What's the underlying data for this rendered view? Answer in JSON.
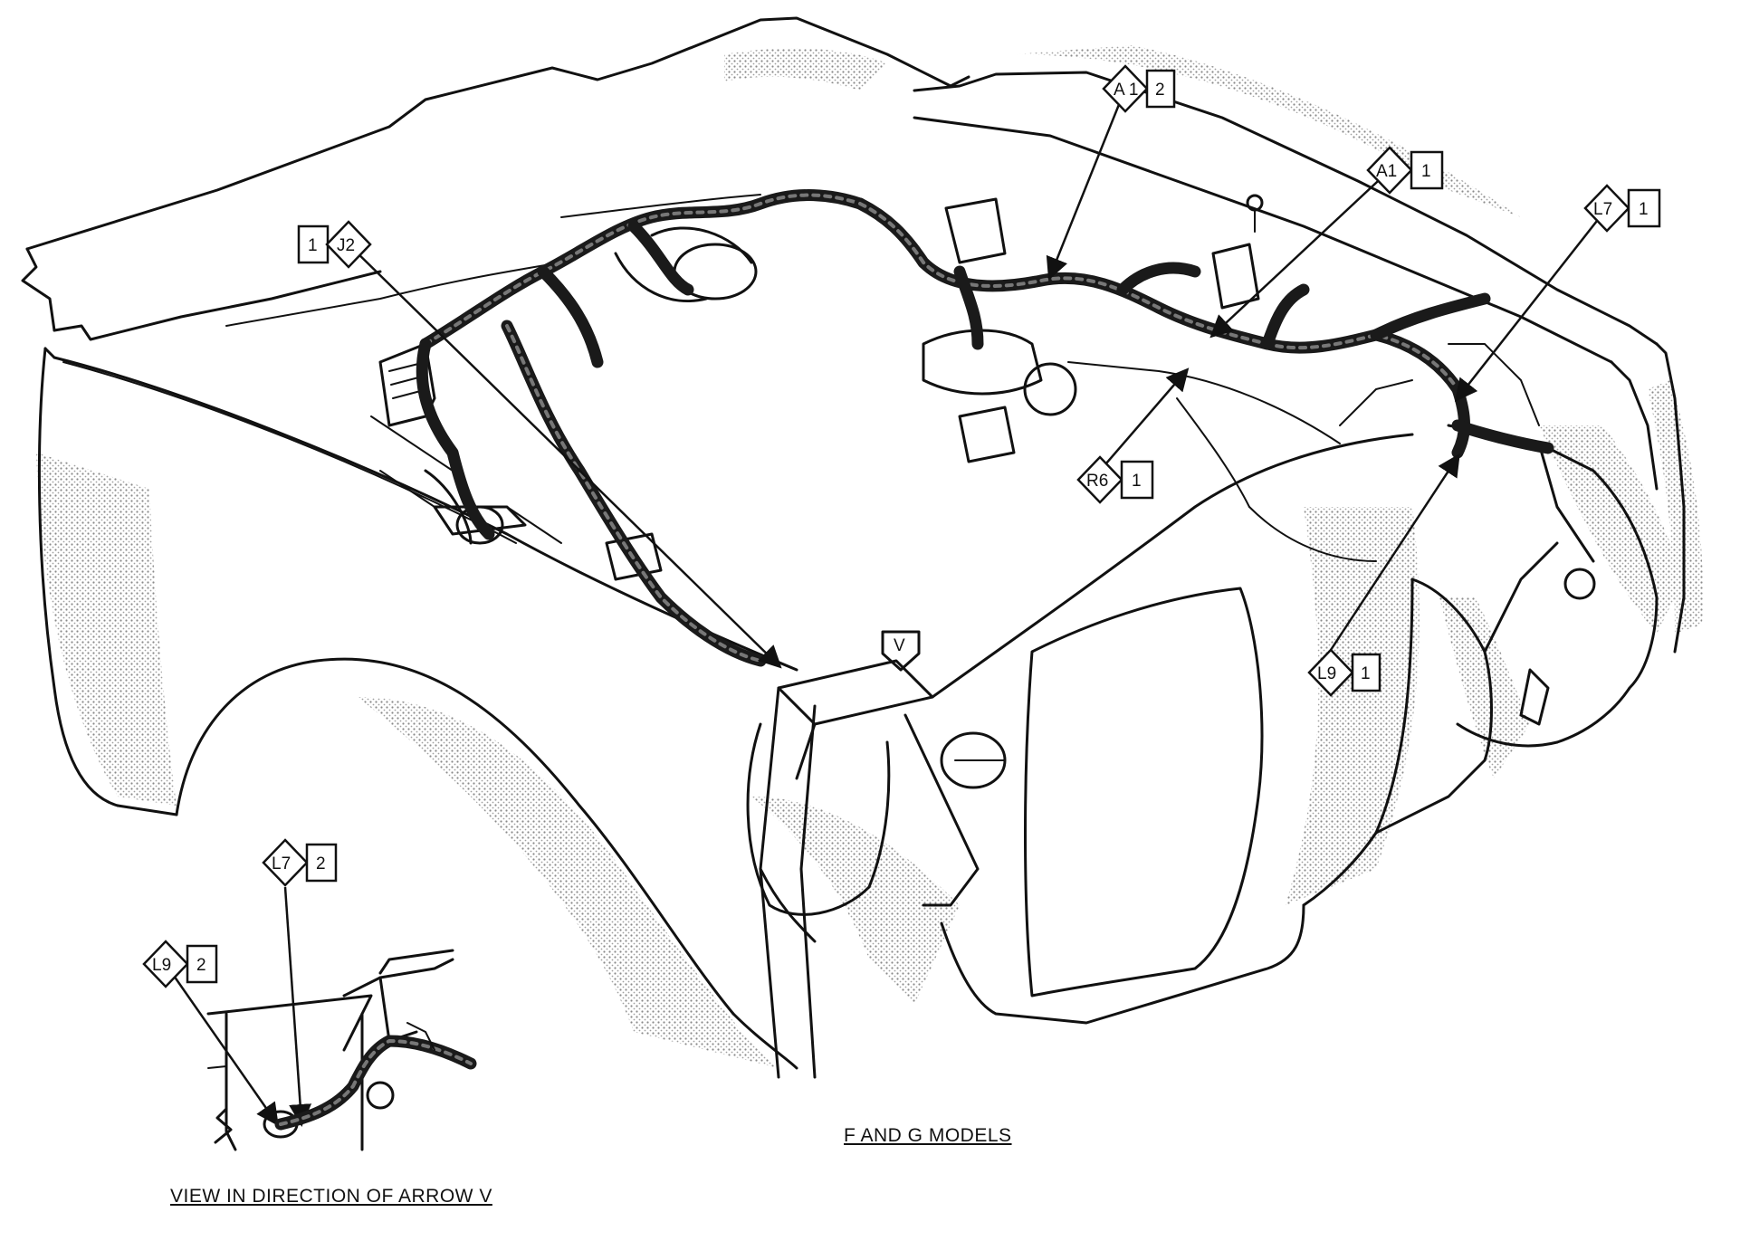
{
  "captions": {
    "main": "F AND G MODELS",
    "inset": "VIEW IN DIRECTION OF ARROW V"
  },
  "arrow_marker": "V",
  "callouts": [
    {
      "id": "A1-2",
      "diamond": "A 1",
      "box": "2"
    },
    {
      "id": "A1-1",
      "diamond": "A1",
      "box": "1"
    },
    {
      "id": "L7-1",
      "diamond": "L7",
      "box": "1"
    },
    {
      "id": "J2-1",
      "diamond": "J2",
      "box": "1"
    },
    {
      "id": "R6-1",
      "diamond": "R6",
      "box": "1"
    },
    {
      "id": "L9-1",
      "diamond": "L9",
      "box": "1"
    },
    {
      "id": "L7-2",
      "diamond": "L7",
      "box": "2"
    },
    {
      "id": "L9-2",
      "diamond": "L9",
      "box": "2"
    }
  ]
}
